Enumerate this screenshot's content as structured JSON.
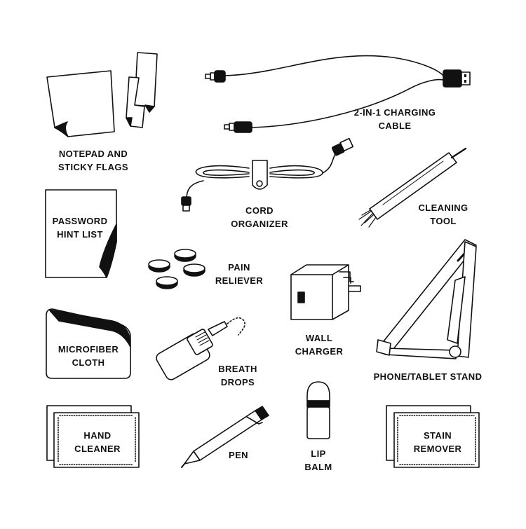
{
  "colors": {
    "ink": "#111111",
    "paper": "#ffffff"
  },
  "items": [
    {
      "id": "notepad",
      "icon": "notepad-sticky-flags-icon",
      "label": [
        "NOTEPAD AND",
        "STICKY FLAGS"
      ]
    },
    {
      "id": "cable",
      "icon": "charging-cable-icon",
      "label": [
        "2-IN-1 CHARGING",
        "CABLE"
      ]
    },
    {
      "id": "cord",
      "icon": "cord-organizer-icon",
      "label": [
        "CORD",
        "ORGANIZER"
      ]
    },
    {
      "id": "cleaning",
      "icon": "cleaning-tool-icon",
      "label": [
        "CLEANING",
        "TOOL"
      ]
    },
    {
      "id": "password",
      "icon": "password-list-icon",
      "label": [
        "PASSWORD",
        "HINT LIST"
      ]
    },
    {
      "id": "pain",
      "icon": "pain-reliever-icon",
      "label": [
        "PAIN",
        "RELIEVER"
      ]
    },
    {
      "id": "wall",
      "icon": "wall-charger-icon",
      "label": [
        "WALL",
        "CHARGER"
      ]
    },
    {
      "id": "stand",
      "icon": "phone-stand-icon",
      "label": [
        "PHONE/TABLET STAND"
      ]
    },
    {
      "id": "microfiber",
      "icon": "microfiber-cloth-icon",
      "label": [
        "MICROFIBER",
        "CLOTH"
      ]
    },
    {
      "id": "breath",
      "icon": "breath-drops-icon",
      "label": [
        "BREATH",
        "DROPS"
      ]
    },
    {
      "id": "hand",
      "icon": "hand-cleaner-packet-icon",
      "label": [
        "HAND",
        "CLEANER"
      ]
    },
    {
      "id": "pen",
      "icon": "pen-icon",
      "label": [
        "PEN"
      ]
    },
    {
      "id": "lip",
      "icon": "lip-balm-icon",
      "label": [
        "LIP",
        "BALM"
      ]
    },
    {
      "id": "stain",
      "icon": "stain-remover-packet-icon",
      "label": [
        "STAIN",
        "REMOVER"
      ]
    }
  ]
}
